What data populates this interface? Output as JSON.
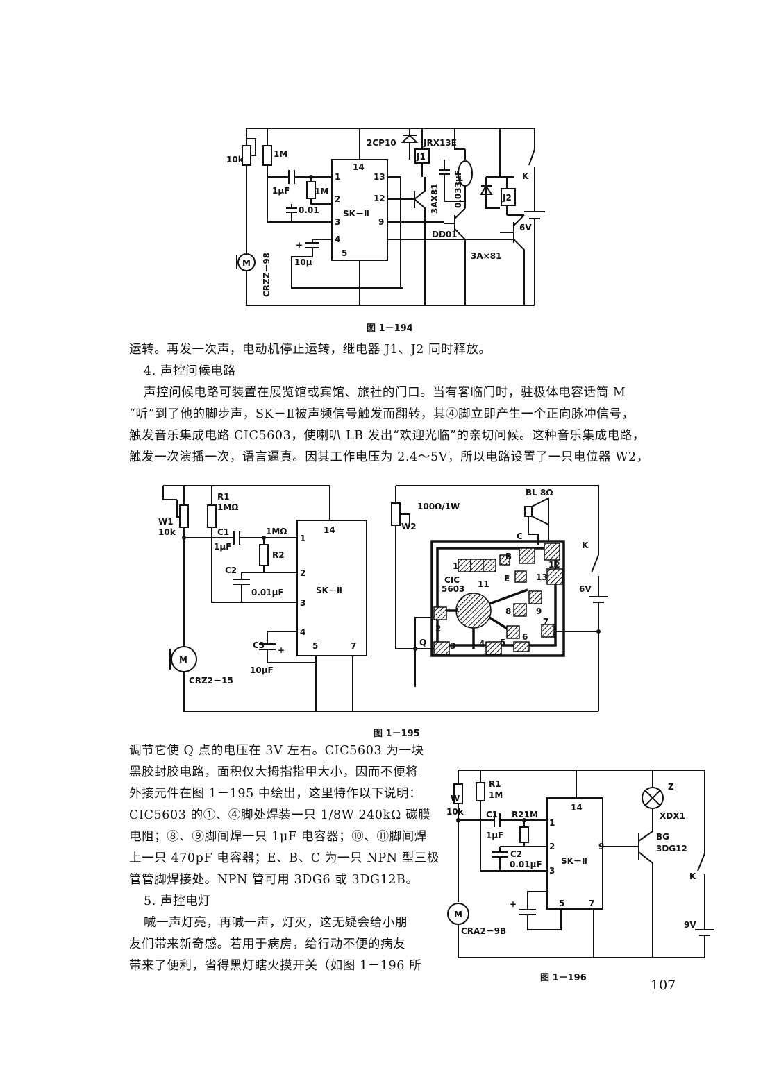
{
  "page_number": "107",
  "fig194": {
    "caption": "图 1－194",
    "labels": {
      "r_10k": "10k",
      "r_1m_top": "1M",
      "c_1uf": "1μF",
      "r_1m": "1M",
      "c_001": "0.01",
      "c_10u": "10μ",
      "mic": "CRZZ－98",
      "diode": "2CP10",
      "relay_type": "JRX13E",
      "j1": "J1",
      "j2": "J2",
      "ic": "SK－Ⅱ",
      "pin14": "14",
      "pin1": "1",
      "pin2": "2",
      "pin3": "3",
      "pin4": "4",
      "pin5": "5",
      "pin13": "13",
      "pin12": "12",
      "pin9": "9",
      "t1": "3AX81",
      "cap_motor": "0.033μF",
      "t2": "DD01",
      "t3": "3A×81",
      "k": "K",
      "v6": "6V",
      "mic_m": "M"
    }
  },
  "text1": {
    "line1": "运转。再发一次声，电动机停止运转，继电器 J1、J2 同时释放。",
    "heading4": "4. 声控问候电路",
    "p1": "声控问候电路可装置在展览馆或宾馆、旅社的门口。当有客临门时，驻极体电容话筒 M",
    "p2": "“听”到了他的脚步声，SK－Ⅱ被声频信号触发而翻转，其④脚立即产生一个正向脉冲信号，",
    "p3": "触发音乐集成电路 CIC5603，使喇叭 LB 发出“欢迎光临”的亲切问候。这种音乐集成电路，",
    "p4": "触发一次演播一次，语言逼真。因其工作电压为 2.4～5V，所以电路设置了一只电位器 W2，"
  },
  "fig195": {
    "caption": "图 1－195",
    "labels": {
      "r1": "R1",
      "r1v": "1MΩ",
      "w1": "W1",
      "w1v": "10k",
      "c1": "C1",
      "c1v": "1μF",
      "r2top": "1MΩ",
      "r2": "R2",
      "c2": "C2",
      "c2v": "0.01μF",
      "c3": "C3",
      "c3v": "10μF",
      "mic": "CRZ2－15",
      "mic_m": "M",
      "ic": "SK－Ⅱ",
      "pin14": "14",
      "pin1": "1",
      "pin2": "2",
      "pin3": "3",
      "pin4": "4",
      "pin5": "5",
      "pin7": "7",
      "w2": "W2",
      "w2v": "100Ω/1W",
      "bl": "BL 8Ω",
      "k": "K",
      "v6": "6V",
      "q": "Q",
      "cic": "CIC",
      "cic2": "5603",
      "b": "B",
      "c": "C",
      "e": "E",
      "p1": "1",
      "p11": "11",
      "p13": "13",
      "p12": "12",
      "p8": "8",
      "p9": "9",
      "p2": "2",
      "p3": "3",
      "p4": "4",
      "p5": "5",
      "p6": "6",
      "p7": "7"
    }
  },
  "text2": {
    "l1": "调节它使 Q 点的电压在 3V 左右。CIC5603 为一块",
    "l2": "黑胶封胶电路，面积仅大拇指指甲大小，因而不便将",
    "l3": "外接元件在图 1－195 中绘出，这里特作以下说明：",
    "l4": "CIC5603 的①、④脚处焊装一只 1/8W 240kΩ 碳膜",
    "l5": "电阻；⑧、⑨脚间焊一只 1μF 电容器；⑩、⑪脚间焊",
    "l6": "上一只 470pF 电容器；E、B、C 为一只 NPN 型三极",
    "l7": "管管脚焊接处。NPN 管可用 3DG6 或 3DG12B。",
    "heading5": "5. 声控电灯",
    "l8": "喊一声灯亮，再喊一声，灯灭，这无疑会给小朋",
    "l9": "友们带来新奇感。若用于病房，给行动不便的病友",
    "l10": "带来了便利，省得黑灯瞎火摸开关（如图 1－196 所"
  },
  "fig196": {
    "caption": "图 1－196",
    "labels": {
      "w": "W",
      "wv": "10k",
      "r1": "R1",
      "r1v": "1M",
      "c1": "C1",
      "c1v": "1μF",
      "r2": "R21M",
      "c2": "C2",
      "c2v": "0.01μF",
      "mic": "CRA2－9B",
      "mic_m": "M",
      "ic": "SK－Ⅱ",
      "pin14": "14",
      "pin1": "1",
      "pin2": "2",
      "pin3": "3",
      "pin5": "5",
      "pin7": "7",
      "pin9": "9",
      "z": "Z",
      "lamp": "XDX1",
      "bg": "BG",
      "bgv": "3DG12",
      "k": "K",
      "v9": "9V"
    }
  }
}
